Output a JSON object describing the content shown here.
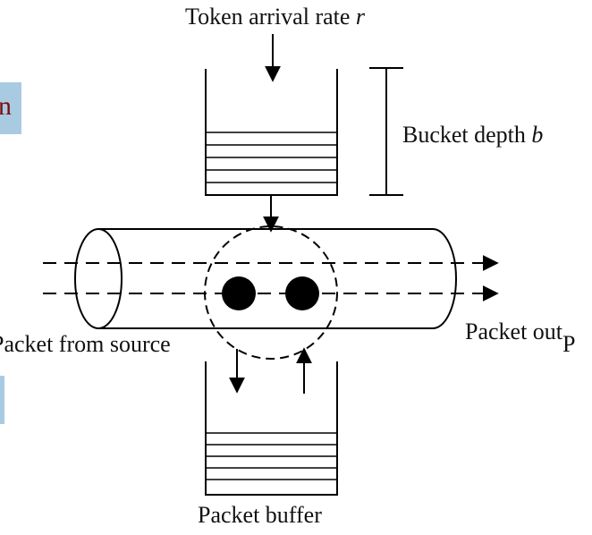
{
  "diagram": {
    "token_label": "Token arrival rate",
    "token_var": "r",
    "depth_label": "Bucket depth",
    "depth_var": "b",
    "source_label": "Packet from source",
    "out_label": "Packet out",
    "out_suffix": "P",
    "buffer_label": "Packet buffer",
    "bg_text_top": "n",
    "bg_text_bottom": ""
  },
  "colors": {
    "ink": "#000000",
    "tab": "#a9cbe2",
    "tab_text": "#7a1010"
  }
}
